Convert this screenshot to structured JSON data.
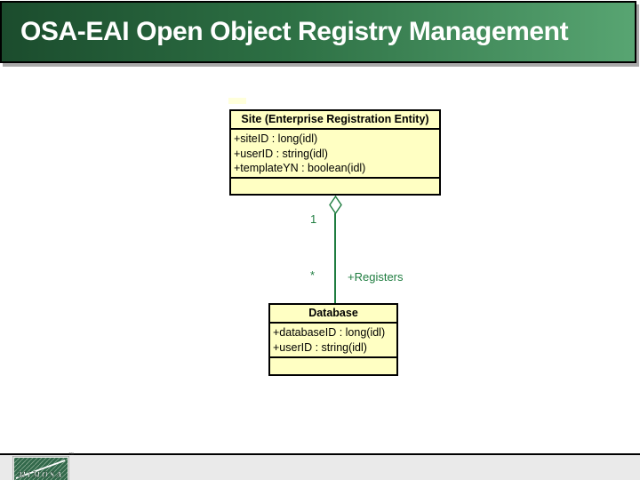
{
  "slide": {
    "title": "OSA-EAI Open Object Registry Management"
  },
  "diagram": {
    "site_class": {
      "name": "Site (Enterprise Registration Entity)",
      "attributes": [
        "+siteID : long(idl)",
        "+userID : string(idl)",
        "+templateYN : boolean(idl)"
      ]
    },
    "database_class": {
      "name": "Database",
      "attributes": [
        "+databaseID : long(idl)",
        "+userID : string(idl)"
      ]
    },
    "association": {
      "type": "aggregation",
      "parent_multiplicity": "1",
      "child_multiplicity": "*",
      "name": "+Registers"
    }
  },
  "footer": {
    "logo_text": "MIMOSA",
    "trademark": "™"
  },
  "colors": {
    "class_fill": "#FFFFC3",
    "relation_green": "#1F7D40",
    "header_gradient_start": "#1B4C2D",
    "header_gradient_end": "#58A572",
    "footer_gray": "#EAEAEA",
    "logo_green": "#31684A"
  }
}
